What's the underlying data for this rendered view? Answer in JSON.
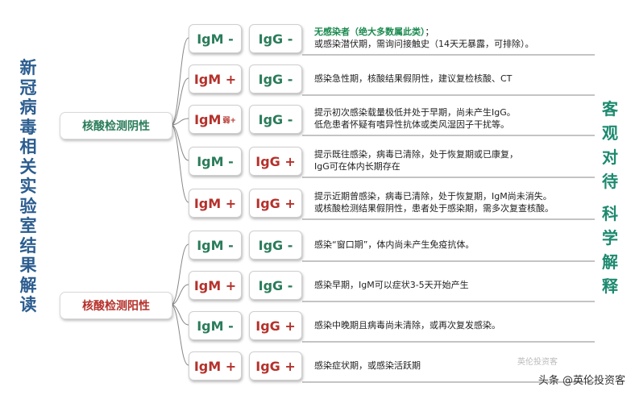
{
  "side_title": [
    "新",
    "冠",
    "病",
    "毒",
    "相",
    "关",
    "实",
    "验",
    "室",
    "结",
    "果",
    "解",
    "读"
  ],
  "right_title": [
    "客",
    "观",
    "对",
    "待",
    "科",
    "学",
    "解",
    "释"
  ],
  "groups": [
    {
      "label": "核酸检测阴性",
      "color": "#2a7c5a"
    },
    {
      "label": "核酸检测阳性",
      "color": "#b5312b"
    }
  ],
  "rows": [
    {
      "igm": "IgM -",
      "igm_small": "",
      "igm_pos": false,
      "igg": "IgG -",
      "igg_pos": false,
      "desc_hl": "无感染者（绝大多数属此类）",
      "desc": "；\n或感染潜伏期，需询问接触史（14天无暴露，可排除）。"
    },
    {
      "igm": "IgM +",
      "igm_small": "",
      "igm_pos": true,
      "igg": "IgG -",
      "igg_pos": false,
      "desc_hl": "",
      "desc": "感染急性期，核酸结果假阴性，建议复检核酸、CT"
    },
    {
      "igm": "IgM",
      "igm_small": "弱+",
      "igm_pos": true,
      "igg": "IgG -",
      "igg_pos": false,
      "desc_hl": "",
      "desc": "提示初次感染载量极低并处于早期，尚未产生IgG。\n低危患者怀疑有嗜异性抗体或类风湿因子干扰等。"
    },
    {
      "igm": "IgM -",
      "igm_small": "",
      "igm_pos": false,
      "igg": "IgG +",
      "igg_pos": true,
      "desc_hl": "",
      "desc": "提示既往感染，病毒已清除，处于恢复期或已康复，\nIgG可在体内长期存在"
    },
    {
      "igm": "IgM +",
      "igm_small": "",
      "igm_pos": true,
      "igg": "IgG +",
      "igg_pos": true,
      "desc_hl": "",
      "desc": "提示近期曾感染，病毒已清除，处于恢复期，IgM尚未消失。\n或核酸检测结果假阴性，患者处于感染期，需多次复查核酸。"
    },
    {
      "igm": "IgM -",
      "igm_small": "",
      "igm_pos": false,
      "igg": "IgG -",
      "igg_pos": false,
      "desc_hl": "",
      "desc": "感染“窗口期”，体内尚未产生免疫抗体。"
    },
    {
      "igm": "IgM +",
      "igm_small": "",
      "igm_pos": true,
      "igg": "IgG -",
      "igg_pos": false,
      "desc_hl": "",
      "desc": "感染早期，IgM可以症状3-5天开始产生"
    },
    {
      "igm": "IgM -",
      "igm_small": "",
      "igm_pos": false,
      "igg": "IgG +",
      "igg_pos": true,
      "desc_hl": "",
      "desc": "感染中晚期且病毒尚未清除，或再次复发感染。"
    },
    {
      "igm": "IgM +",
      "igm_small": "",
      "igm_pos": true,
      "igg": "IgG +",
      "igg_pos": true,
      "desc_hl": "",
      "desc": "感染症状期，或感染活跃期"
    }
  ],
  "footer": "头条 @英伦投资客",
  "watermark": "英伦投资客",
  "colors": {
    "line": "#888888",
    "neg": "#2a7c5a",
    "pos": "#b5312b"
  }
}
